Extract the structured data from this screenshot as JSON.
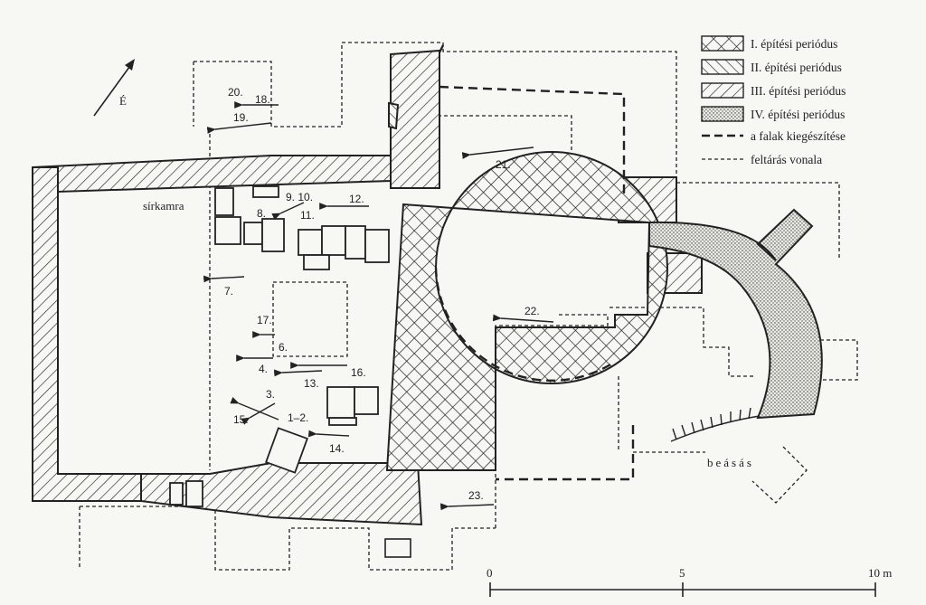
{
  "north": "É",
  "legend": [
    {
      "pattern": "crosshatch",
      "label": "I. építési periódus"
    },
    {
      "pattern": "hatch-back",
      "label": "II. építési periódus"
    },
    {
      "pattern": "hatch-forward",
      "label": "III. építési periódus"
    },
    {
      "pattern": "dots",
      "label": "IV. építési periódus"
    },
    {
      "pattern": "dash-thick",
      "label": "a falak kiegészítése"
    },
    {
      "pattern": "dash-thin",
      "label": "feltárás vonala"
    }
  ],
  "labels": {
    "grave_chamber": "sírkamra",
    "trench": "beásás"
  },
  "numbers": {
    "n20": "20.",
    "n18": "18.",
    "n19": "19.",
    "n21": "21.",
    "n9_10": "9. 10.",
    "n12": "12.",
    "n8": "8.",
    "n11": "11.",
    "n7": "7.",
    "n22": "22.",
    "n17": "17.",
    "n6": "6.",
    "n4": "4.",
    "n16": "16.",
    "n13": "13.",
    "n3": "3.",
    "n15": "15.",
    "n1_2": "1–2.",
    "n14": "14.",
    "n23": "23."
  },
  "scale": {
    "t0": "0",
    "t5": "5",
    "t10": "10 m"
  },
  "colors": {
    "ink": "#222222",
    "paper": "#f7f8f4"
  }
}
